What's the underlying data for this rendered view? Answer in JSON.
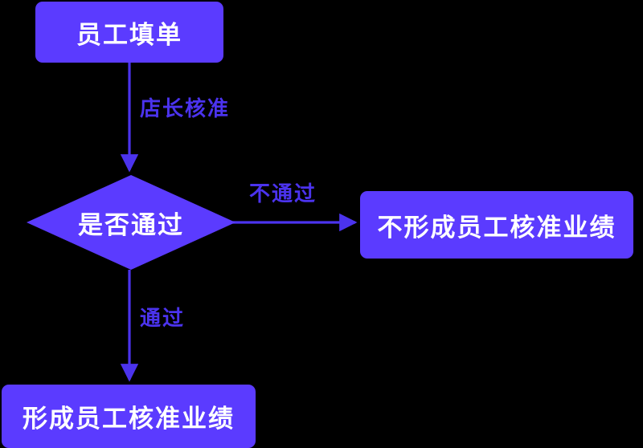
{
  "diagram": {
    "type": "flowchart",
    "orientation": "top-down",
    "background_color": "#000000",
    "node_fill_color": "#5B3BFF",
    "node_text_color": "#FFFFFF",
    "edge_color": "#4B33EE",
    "edge_label_color": "#4B33EE",
    "nodes": [
      {
        "id": "start",
        "shape": "rounded-rect",
        "label": "员工填单"
      },
      {
        "id": "decision",
        "shape": "diamond",
        "label": "是否通过"
      },
      {
        "id": "reject",
        "shape": "rounded-rect",
        "label": "不形成员工核准业绩"
      },
      {
        "id": "approve",
        "shape": "rounded-rect",
        "label": "形成员工核准业绩"
      }
    ],
    "edges": [
      {
        "id": "edge-start-decision",
        "from": "start",
        "to": "decision",
        "label": "店长核准"
      },
      {
        "id": "edge-decision-reject",
        "from": "decision",
        "to": "reject",
        "label": "不通过"
      },
      {
        "id": "edge-decision-approve",
        "from": "decision",
        "to": "approve",
        "label": "通过"
      }
    ]
  }
}
